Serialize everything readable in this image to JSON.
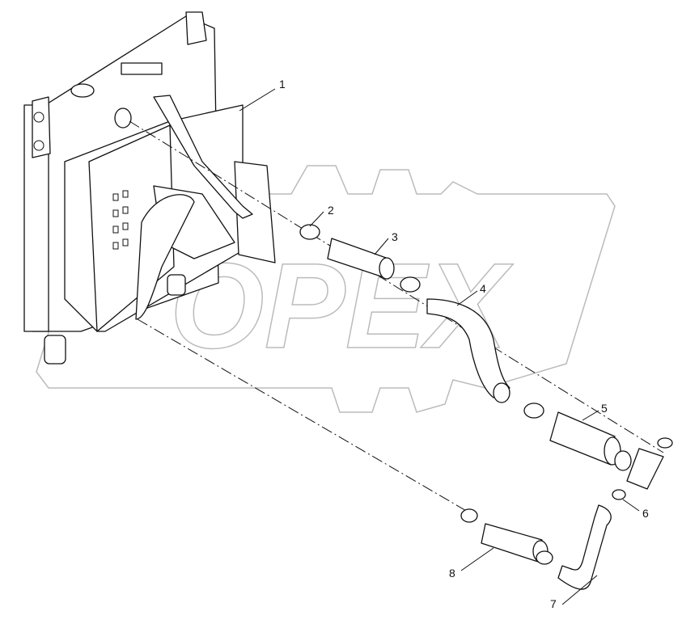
{
  "watermark": {
    "text": "OPEX",
    "color": "#bbbbbb"
  },
  "callouts": [
    {
      "label": "1",
      "part": "radiator-assembly"
    },
    {
      "label": "2",
      "part": "hose-clamp"
    },
    {
      "label": "3",
      "part": "straight-hose"
    },
    {
      "label": "4",
      "part": "curved-hose"
    },
    {
      "label": "5",
      "part": "straight-hose"
    },
    {
      "label": "6",
      "part": "small-clamp"
    },
    {
      "label": "7",
      "part": "bent-pipe"
    },
    {
      "label": "8",
      "part": "straight-hose"
    }
  ]
}
